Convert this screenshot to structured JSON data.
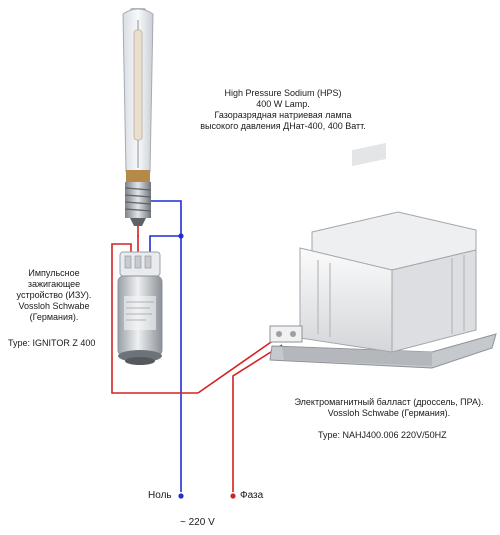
{
  "lamp": {
    "lines": [
      "High Pressure Sodium (HPS)",
      "400 W Lamp.",
      "Газоразрядная натриевая лампа",
      "высокого давления ДНат-400, 400 Ватт."
    ]
  },
  "ignitor": {
    "lines": [
      "Импульсное",
      "зажигающее",
      "устройство (ИЗУ).",
      "Vossloh Schwabe",
      "(Германия)."
    ],
    "type": "Type: IGNITOR Z 400"
  },
  "ballast": {
    "lines": [
      "Электромагнитный балласт (дроссель, ПРА).",
      "Vossloh Schwabe (Германия)."
    ],
    "type": "Type: NAHJ400.006 220V/50HZ"
  },
  "terminals": {
    "neutral": "Ноль",
    "phase": "Фаза",
    "voltage": "~ 220 V"
  },
  "colors": {
    "neutral_wire": "#1f2fd0",
    "phase_wire": "#d42222"
  }
}
